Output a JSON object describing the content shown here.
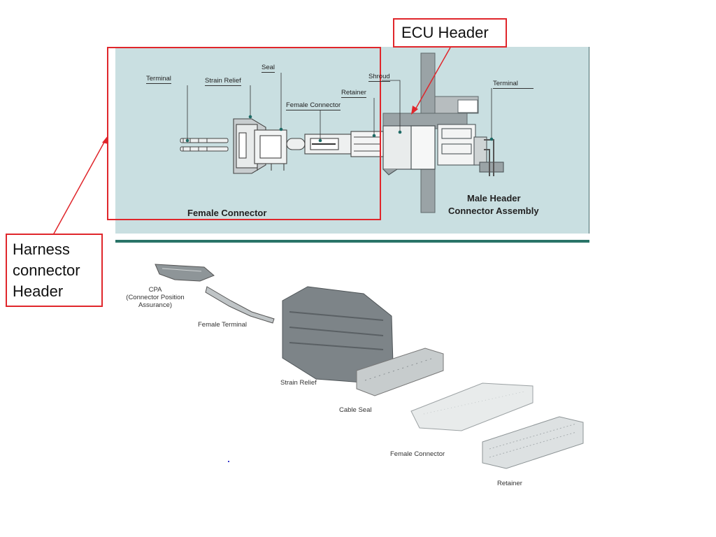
{
  "callouts": {
    "ecu_header": "ECU Header",
    "harness": [
      "Harness",
      "connector",
      "Header"
    ]
  },
  "diagram": {
    "labels": {
      "terminal_left": "Terminal",
      "strain_relief": "Strain Relief",
      "seal": "Seal",
      "female_connector": "Female Connector",
      "retainer": "Retainer",
      "shroud": "Shroud",
      "terminal_right": "Terminal"
    },
    "captions": {
      "female_connector": "Female Connector",
      "male_header_line1": "Male Header",
      "male_header_line2": "Connector Assembly"
    }
  },
  "parts": {
    "cpa_line1": "CPA",
    "cpa_line2": "(Connector Position",
    "cpa_line3": "Assurance)",
    "female_terminal": "Female Terminal",
    "strain_relief": "Strain Relief",
    "cable_seal": "Cable Seal",
    "female_connector": "Female Connector",
    "retainer": "Retainer"
  },
  "colors": {
    "panel_bg": "#c9dfe1",
    "callout_red": "#e0262b",
    "teal": "#2a7468"
  }
}
